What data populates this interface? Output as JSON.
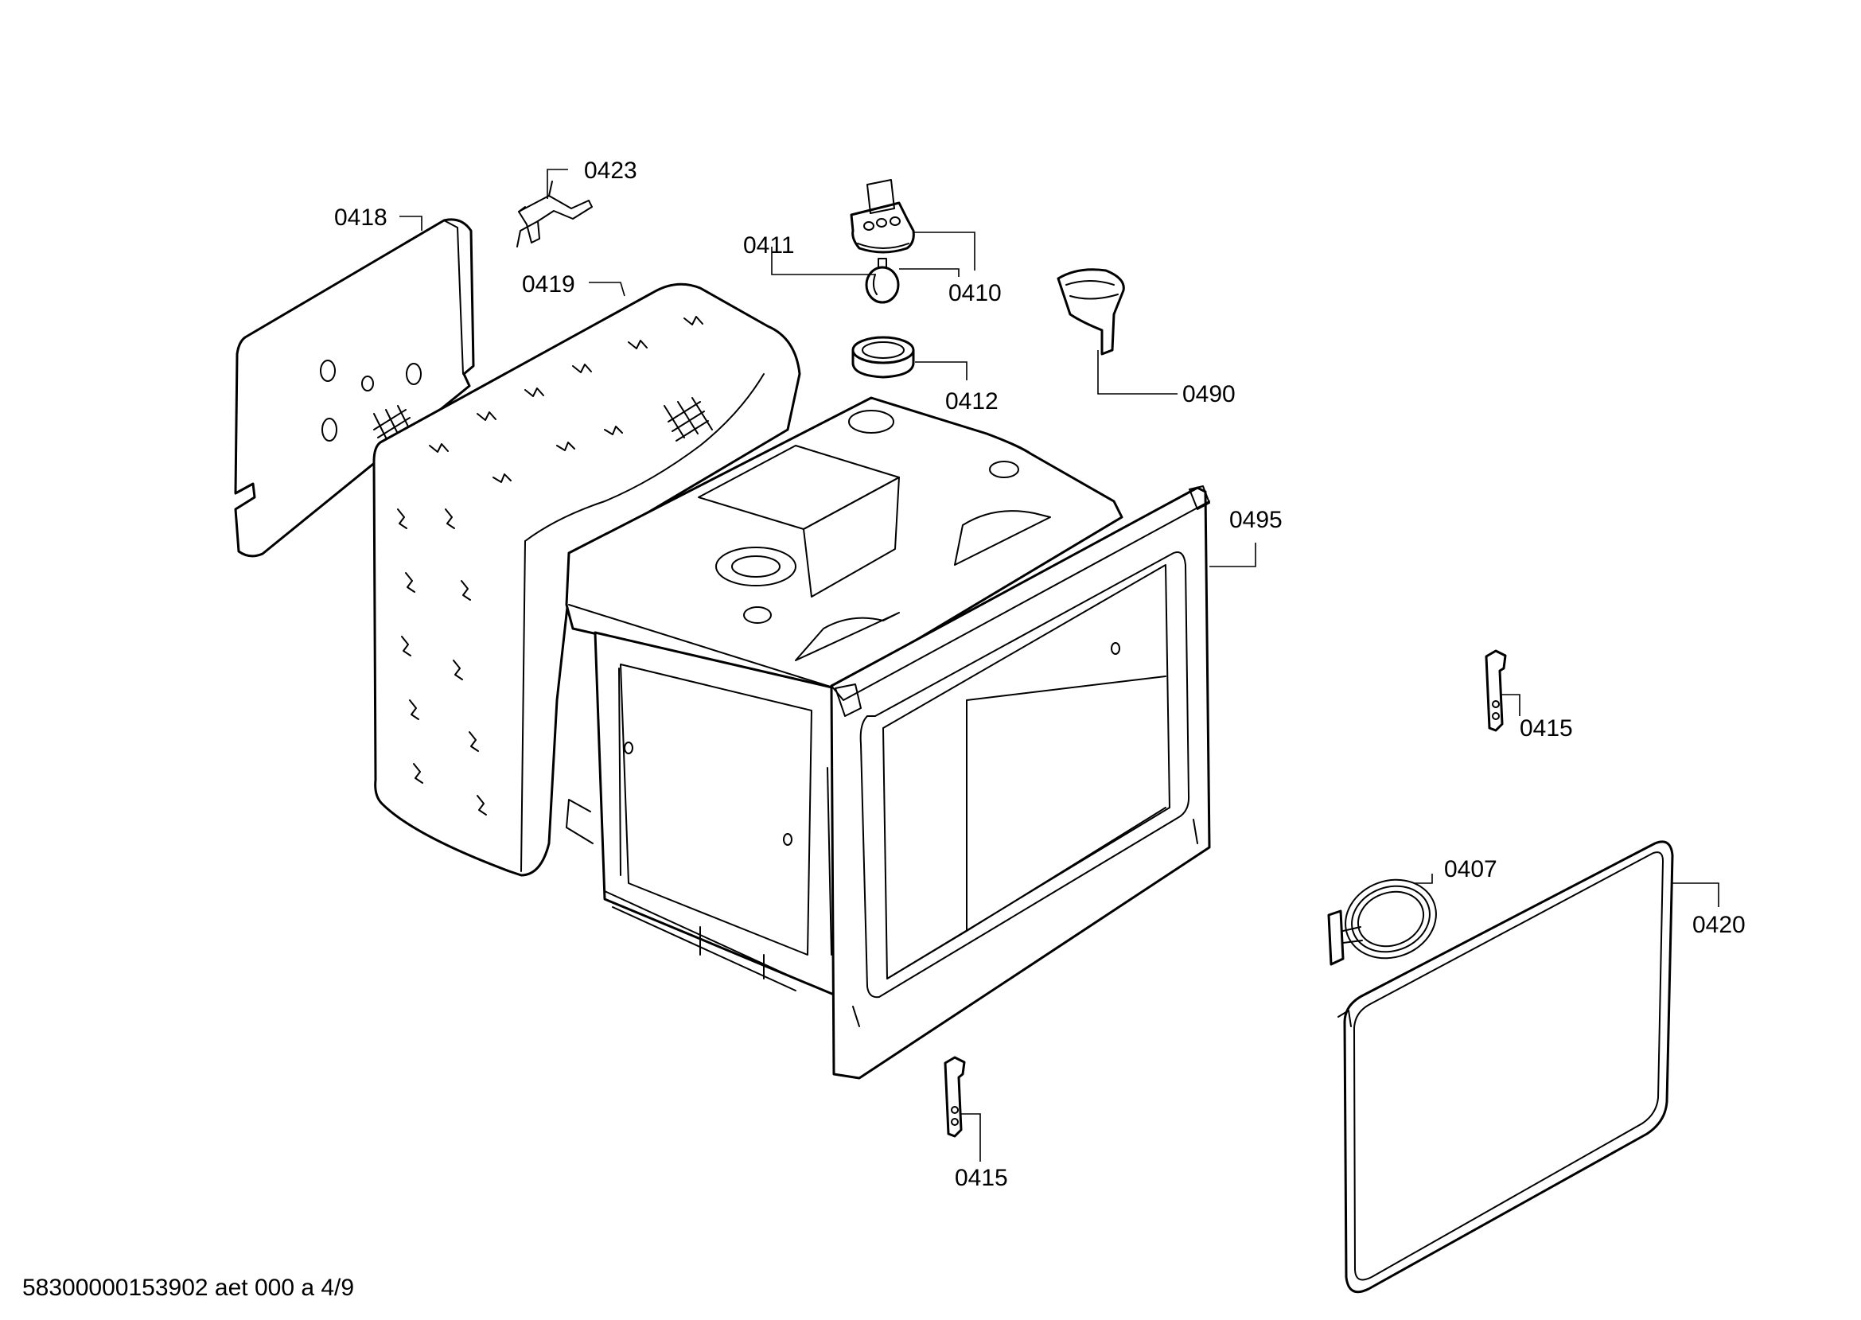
{
  "labels": {
    "p0418": "0418",
    "p0423": "0423",
    "p0419": "0419",
    "p0411": "0411",
    "p0410": "0410",
    "p0412": "0412",
    "p0490": "0490",
    "p0495": "0495",
    "p0415a": "0415",
    "p0415b": "0415",
    "p0407": "0407",
    "p0420": "0420"
  },
  "footer": "58300000153902 aet 000 a 4/9"
}
